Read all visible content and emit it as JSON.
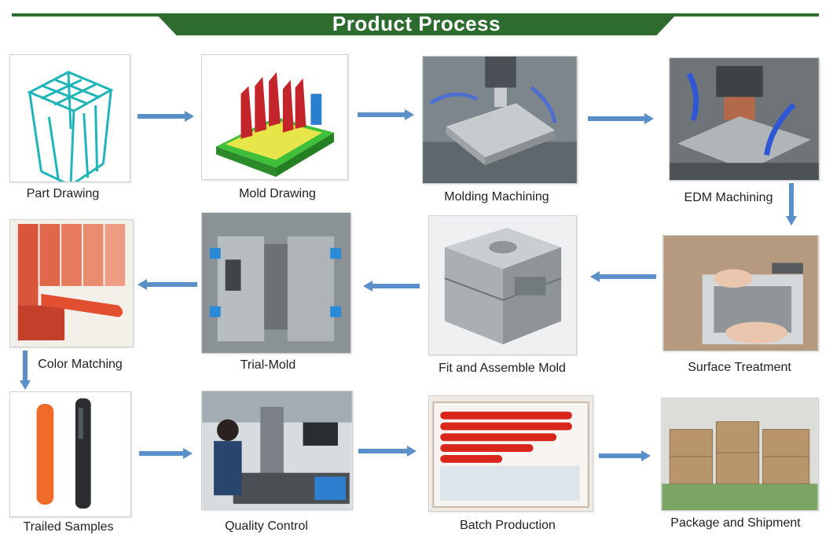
{
  "header": {
    "title": "Product Process"
  },
  "colors": {
    "banner": "#2e6b2f",
    "arrow": "#5b8fc9",
    "frame_border": "#cfcfcf"
  },
  "steps": [
    {
      "label": "Part Drawing"
    },
    {
      "label": "Mold Drawing"
    },
    {
      "label": "Molding Machining"
    },
    {
      "label": "EDM Machining"
    },
    {
      "label": "Surface Treatment"
    },
    {
      "label": "Fit and Assemble Mold"
    },
    {
      "label": "Trial-Mold"
    },
    {
      "label": "Color Matching"
    },
    {
      "label": "Trailed Samples"
    },
    {
      "label": "Quality Control"
    },
    {
      "label": "Batch Production"
    },
    {
      "label": "Package and Shipment"
    }
  ]
}
